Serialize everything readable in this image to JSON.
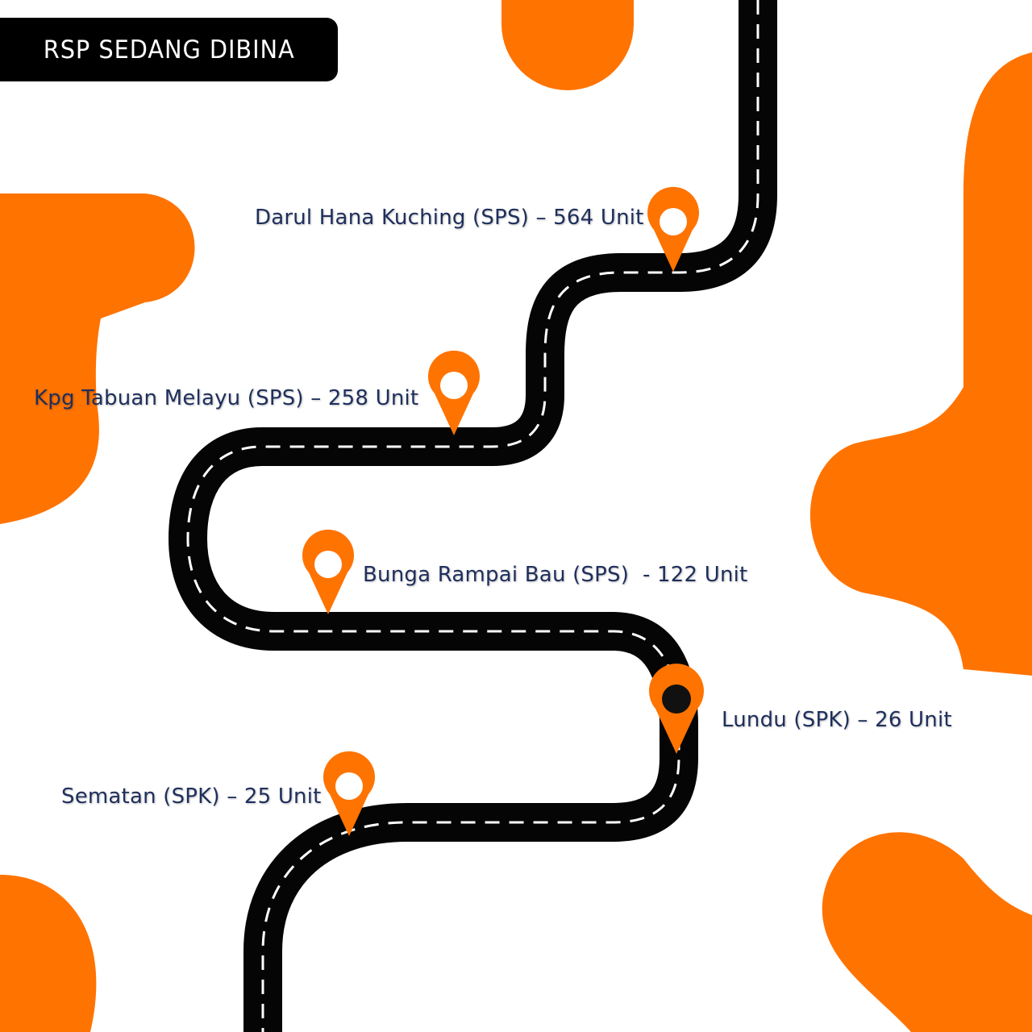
{
  "title": "RSP SEDANG DIBINA",
  "colors": {
    "accent": "#ff7300",
    "road": "#050505",
    "road_marking": "#ffffff",
    "label_text": "#1f2f5c",
    "badge_bg": "#000000",
    "badge_text": "#ffffff"
  },
  "stops": [
    {
      "label": "Darul Hana Kuching (SPS) – 564 Unit",
      "marker_icon": "map-pin-icon",
      "marker_style": "orange"
    },
    {
      "label": "Kpg Tabuan Melayu (SPS) – 258 Unit",
      "marker_icon": "map-pin-icon",
      "marker_style": "orange"
    },
    {
      "label": "Bunga Rampai Bau (SPS)  - 122 Unit",
      "marker_icon": "map-pin-icon",
      "marker_style": "orange"
    },
    {
      "label": "Lundu (SPK) – 26 Unit",
      "marker_icon": "map-pin-icon",
      "marker_style": "orange-dark-center"
    },
    {
      "label": "Sematan (SPK) – 25 Unit",
      "marker_icon": "map-pin-icon",
      "marker_style": "orange"
    }
  ]
}
